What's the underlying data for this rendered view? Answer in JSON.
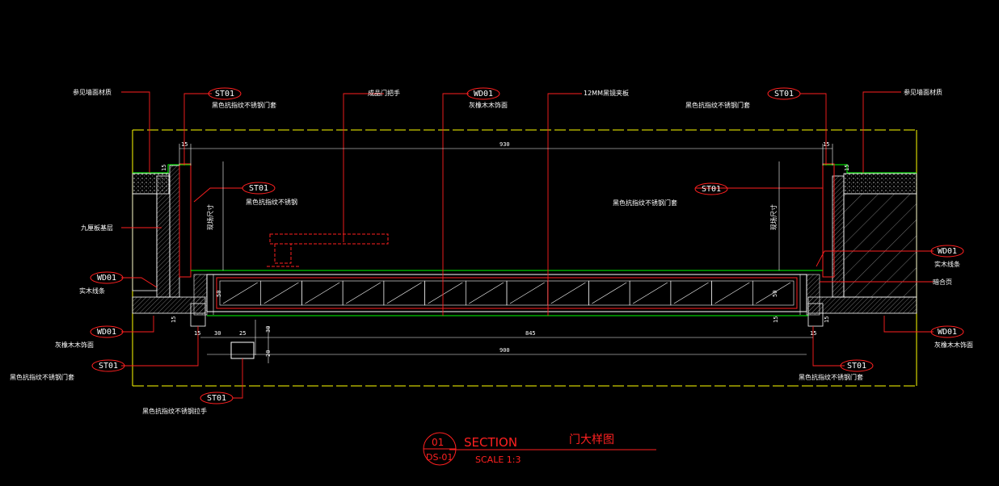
{
  "tags": [
    "ST01",
    "WD01",
    "ST01",
    "ST01",
    "ST01",
    "WD01",
    "WD01",
    "WD01",
    "ST01",
    "ST01",
    "WD01"
  ],
  "labels": {
    "wall_left": "参见墙面材质",
    "st_top_left": "黑色抗指纹不锈钢门套",
    "handle": "成品门把手",
    "wd_top": "灰橡木木饰面",
    "panel": "12MM黑镜夹板",
    "st_top_right": "黑色抗指纹不锈钢门套",
    "wall_right": "参见墙面材质",
    "st_left_mid": "黑色抗指纹不锈钢",
    "st_right_mid": "黑色抗指纹不锈钢门套",
    "board_left": "九厘板基层",
    "wood_strip_left": "实木线条",
    "wood_strip_right": "实木线条",
    "hinge": "暗合页",
    "wd_bottom_left": "灰橡木木饰面",
    "wd_bottom_right": "灰橡木木饰面",
    "st_bottom_left": "黑色抗指纹不锈钢门套",
    "st_bottom_right": "黑色抗指纹不锈钢门套",
    "handle_bottom": "黑色抗指纹不锈钢拉手",
    "size_left": "现场尺寸",
    "size_right": "现场尺寸"
  },
  "dims": {
    "top_930": "930",
    "top_15_l": "15",
    "top_15_r": "15",
    "mid_845": "845",
    "bot_900": "900",
    "d30": "30",
    "d25": "25",
    "d30b": "30",
    "d20": "20",
    "d15a": "15",
    "d15b": "15",
    "d15c": "15",
    "d15d": "15",
    "d15e": "15",
    "d50a": "50",
    "d50b": "50",
    "d15f": "15",
    "d15g": "15"
  },
  "title": {
    "number": "01",
    "sheet": "DS-01",
    "section": "SECTION",
    "name": "门大样图",
    "scale": "SCALE 1:3"
  },
  "colors": {
    "frame": "#ffff00",
    "leader": "#ff2020",
    "outline": "#ffffff",
    "finish": "#00ff00",
    "hatch": "#bfbfbf"
  }
}
